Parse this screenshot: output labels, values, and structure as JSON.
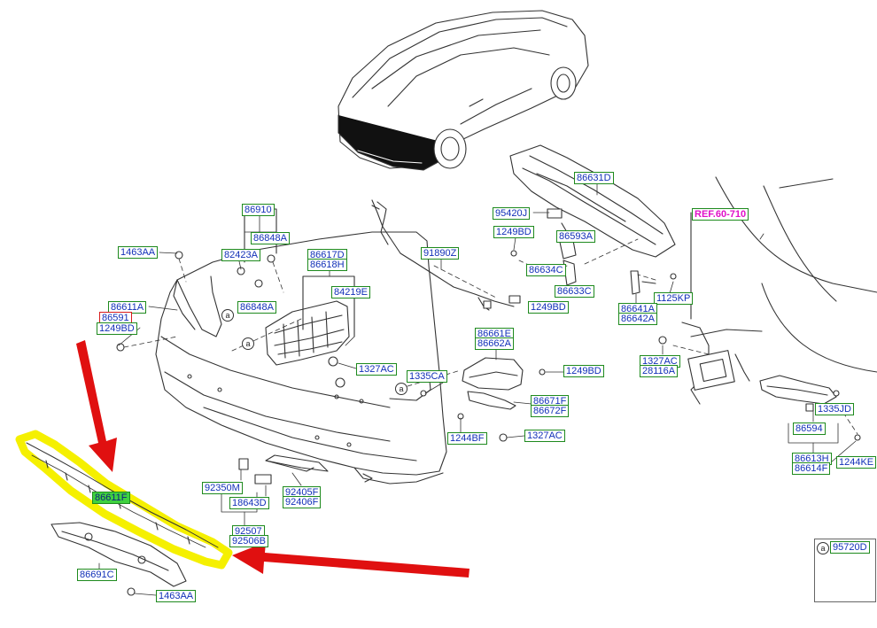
{
  "diagram": {
    "ref_label": "REF.60-710",
    "highlighted_part": "86611F",
    "circle_marker": "a",
    "legend_part": "95720D",
    "labels": {
      "p86910": "86910",
      "p86848A_1": "86848A",
      "p82423A": "82423A",
      "p86848A_2": "86848A",
      "p1463AA_1": "1463AA",
      "p86611A": "86611A",
      "p86591": "86591",
      "p1249BD_1": "1249BD",
      "p86617D": "86617D",
      "p86618H": "86618H",
      "p84219E": "84219E",
      "p1327AC_1": "1327AC",
      "p1335CA": "1335CA",
      "p91890Z": "91890Z",
      "p95420J": "95420J",
      "p1249BD_2": "1249BD",
      "p86631D": "86631D",
      "p86593A": "86593A",
      "p86634C": "86634C",
      "p86633C": "86633C",
      "p1249BD_3": "1249BD",
      "p1125KP": "1125KP",
      "p86641A": "86641A",
      "p86642A": "86642A",
      "p86661E": "86661E",
      "p86662A": "86662A",
      "p1249BD_4": "1249BD",
      "p86671F": "86671F",
      "p86672F": "86672F",
      "p1244BF": "1244BF",
      "p1327AC_2": "1327AC",
      "p1327AC_3": "1327AC",
      "p28116A": "28116A",
      "p1335JD": "1335JD",
      "p86594": "86594",
      "p86613H": "86613H",
      "p86614F": "86614F",
      "p1244KE": "1244KE",
      "p92350M": "92350M",
      "p18643D": "18643D",
      "p92405F": "92405F",
      "p92406F": "92406F",
      "p92507": "92507",
      "p92506B": "92506B",
      "p86691C": "86691C",
      "p1463AA_2": "1463AA"
    },
    "colors": {
      "label_border": "#1e8a1e",
      "label_text": "#1230b8",
      "ref_text": "#e010c8",
      "highlight_fill": "#3fd13f",
      "callout_yellow": "#f5f000",
      "arrow_red": "#e01010"
    }
  }
}
